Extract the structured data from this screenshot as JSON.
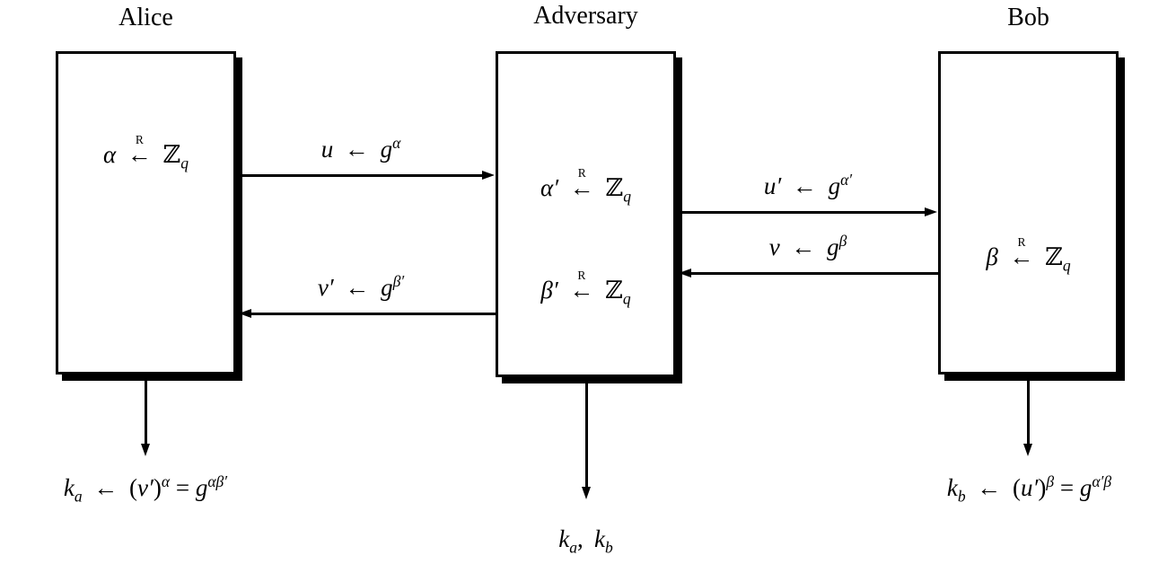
{
  "diagram": {
    "kind": "diffie-hellman-man-in-the-middle",
    "participants": [
      {
        "name": "Alice",
        "box_lines": [
          "α <-R ℤ_{q}"
        ],
        "output": "k_{a} <- (v′)^{α} = g^{αβ′}"
      },
      {
        "name": "Adversary",
        "box_lines": [
          "α′ <-R ℤ_{q}",
          "β′ <-R ℤ_{q}"
        ],
        "output": "k_{a},  k_{b}"
      },
      {
        "name": "Bob",
        "box_lines": [
          "β <-R ℤ_{q}"
        ],
        "output": "k_{b} <- (u′)^{β} = g^{α′β}"
      }
    ],
    "messages": [
      {
        "from": "Alice",
        "to": "Adversary",
        "label": "u <- g^{α}"
      },
      {
        "from": "Adversary",
        "to": "Alice",
        "label": "v′ <- g^{β′}"
      },
      {
        "from": "Adversary",
        "to": "Bob",
        "label": "u′ <- g^{α′}"
      },
      {
        "from": "Bob",
        "to": "Adversary",
        "label": "v <- g^{β}"
      }
    ],
    "colors": {
      "foreground": "#000000",
      "background": "#ffffff"
    }
  }
}
